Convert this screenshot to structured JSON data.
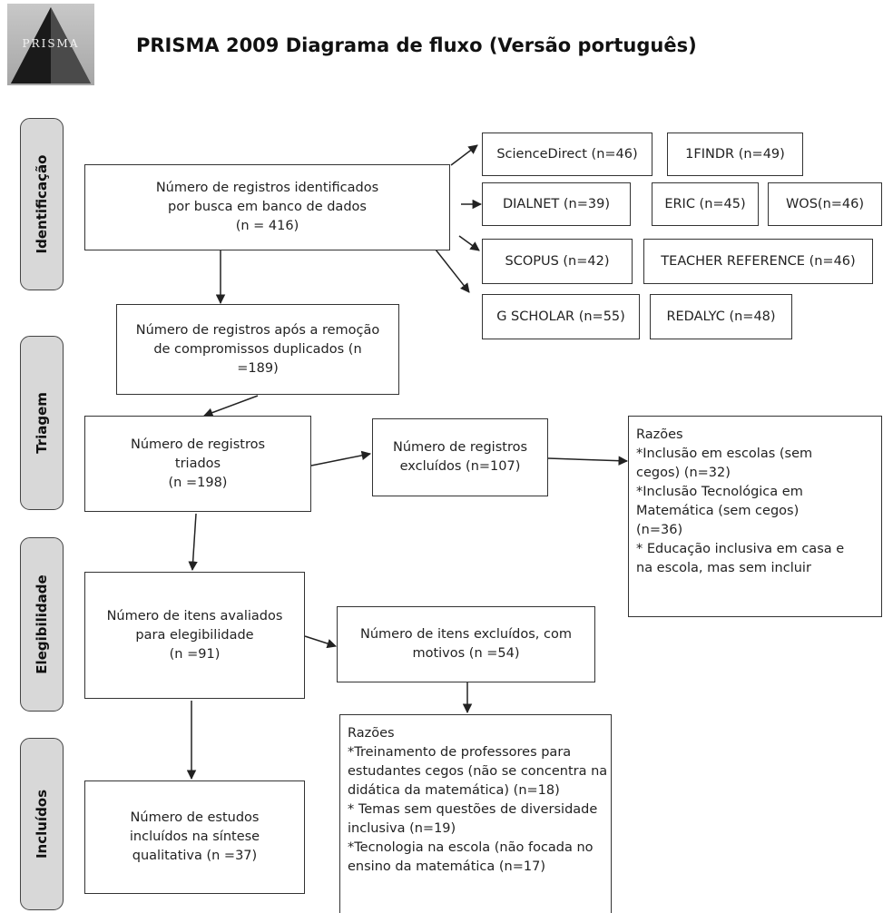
{
  "title": "PRISMA 2009 Diagrama de fluxo (Versão português)",
  "logo": {
    "text": "PRISMA"
  },
  "stages": {
    "identificacao": "Identificação",
    "triagem": "Triagem",
    "elegibilidade": "Elegibilidade",
    "incluidos": "Incluídos"
  },
  "boxes": {
    "identified": [
      "Número de registros identificados",
      "por busca em banco de dados",
      "(n = 416)"
    ],
    "after_duplicates": [
      "Número de registros após a remoção",
      "de compromissos duplicados (n",
      "=189)"
    ],
    "screened": [
      "Número de registros",
      "triados",
      "(n =198)"
    ],
    "excluded": [
      "Número de registros",
      "excluídos (n=107)"
    ],
    "eligibility": [
      "Número de itens avaliados",
      "para elegibilidade",
      "(n =91)"
    ],
    "excluded_reasons": [
      "Número de itens excluídos, com",
      "motivos (n =54)"
    ],
    "included": [
      "Número de estudos",
      "incluídos na síntese",
      "qualitativa (n =37)"
    ]
  },
  "sources": {
    "sciencedirect": "ScienceDirect (n=46)",
    "findr": "1FINDR (n=49)",
    "dialnet": "DIALNET (n=39)",
    "eric": "ERIC (n=45)",
    "wos": "WOS(n=46)",
    "scopus": "SCOPUS (n=42)",
    "teacher_reference": "TEACHER REFERENCE (n=46)",
    "g_scholar": "G SCHOLAR (n=55)",
    "redalyc": "REDALYC (n=48)"
  },
  "reasons_screening": [
    "Razões",
    "*Inclusão em escolas (sem",
    "cegos) (n=32)",
    "*Inclusão Tecnológica em",
    "Matemática (sem cegos)",
    "(n=36)",
    "* Educação inclusiva em casa e",
    "na escola, mas sem incluir"
  ],
  "reasons_eligibility": [
    "Razões",
    "*Treinamento de professores para",
    "estudantes cegos (não se concentra na",
    "didática da matemática) (n=18)",
    "* Temas sem questões de diversidade",
    "inclusiva (n=19)",
    "*Tecnologia na escola (não focada no",
    "ensino da matemática (n=17)"
  ]
}
